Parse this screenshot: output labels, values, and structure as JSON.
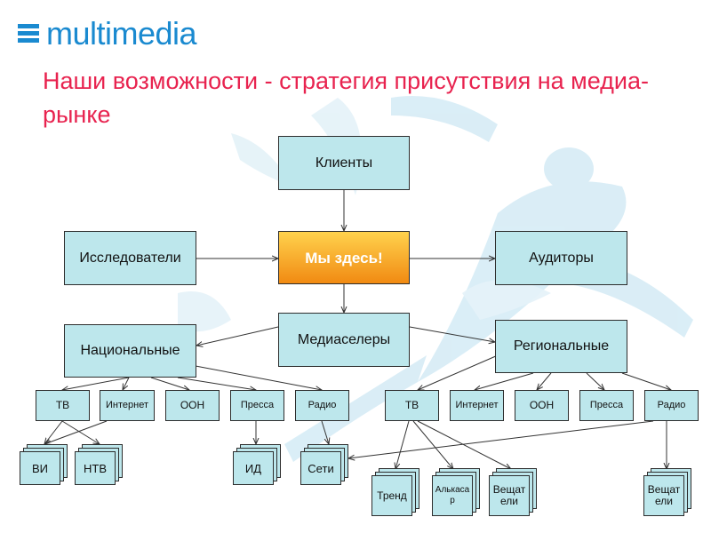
{
  "header": {
    "logo_text": "multimedia",
    "title": "Наши возможности - стратегия присутствия на медиа-рынке"
  },
  "colors": {
    "box_fill": "#bde7ec",
    "accent": "#f18a12",
    "title": "#e8234f",
    "logo": "#1a8ad0"
  },
  "nodes": {
    "clients": "Клиенты",
    "researchers": "Исследователи",
    "we_are_here": "Мы здесь!",
    "auditors": "Аудиторы",
    "media_sellers": "Медиаселеры",
    "national": "Национальные",
    "regional": "Региональные",
    "nat_tv": "ТВ",
    "nat_internet": "Интернет",
    "nat_oon": "ООН",
    "nat_press": "Пресса",
    "nat_radio": "Радио",
    "reg_tv": "ТВ",
    "reg_internet": "Интернет",
    "reg_oon": "ООН",
    "reg_press": "Пресса",
    "reg_radio": "Радио",
    "doc_vi": "ВИ",
    "doc_ntv": "НТВ",
    "doc_id": "ИД",
    "doc_seti": "Сети",
    "doc_trend": "Тренд",
    "doc_alkasar": "Алькасар",
    "doc_veshateli_tv": "Вещатели",
    "doc_veshateli_radio": "Вещатели"
  }
}
